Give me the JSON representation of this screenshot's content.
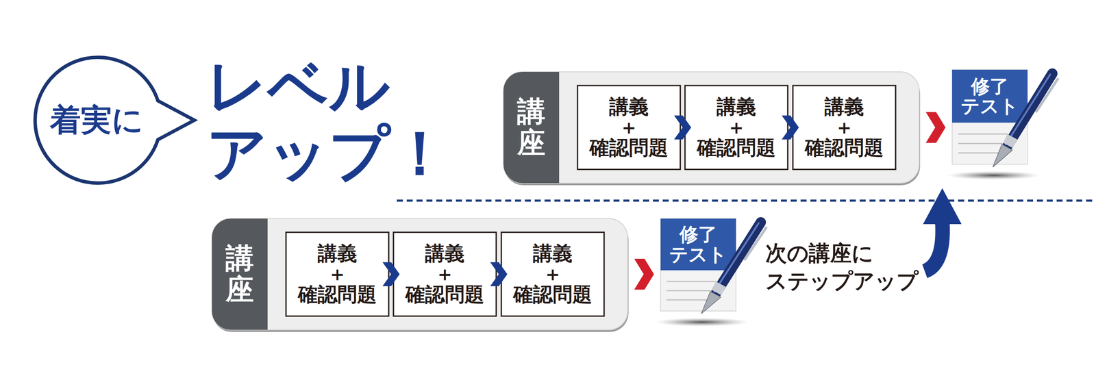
{
  "diagram": {
    "nodes": [
      {
        "text": [
          "着実に"
        ]
      },
      {
        "text": [
          "講座"
        ]
      },
      {
        "text": [
          "講義",
          "＋",
          "確認問題"
        ],
        "in": 1
      },
      {
        "text": [
          "講義",
          "＋",
          "確認問題"
        ],
        "in": 1
      },
      {
        "text": [
          "講義",
          "＋",
          "確認問題"
        ],
        "in": 1
      },
      {
        "text": [
          "修了 テスト"
        ]
      },
      {
        "text": [
          "講座"
        ]
      },
      {
        "text": [
          "講義",
          "＋",
          "確認問題"
        ],
        "in": 6
      },
      {
        "text": [
          "講義",
          "＋",
          "確認問題"
        ],
        "in": 6
      },
      {
        "text": [
          "講義",
          "＋",
          "確認問題"
        ],
        "in": 6
      },
      {
        "text": [
          "修了 テスト"
        ]
      }
    ],
    "edges": [
      {
        "from": 2,
        "to": 3,
        "arrow": "to"
      },
      {
        "from": 3,
        "to": 4,
        "arrow": "to"
      },
      {
        "from": 1,
        "to": 5,
        "arrow": "to"
      },
      {
        "from": 7,
        "to": 8,
        "arrow": "to"
      },
      {
        "from": 8,
        "to": 9,
        "arrow": "to"
      },
      {
        "from": 6,
        "to": 10,
        "arrow": "to"
      }
    ],
    "labels": [
      "レベル アップ！",
      "次の講座に ステップアップ"
    ]
  }
}
